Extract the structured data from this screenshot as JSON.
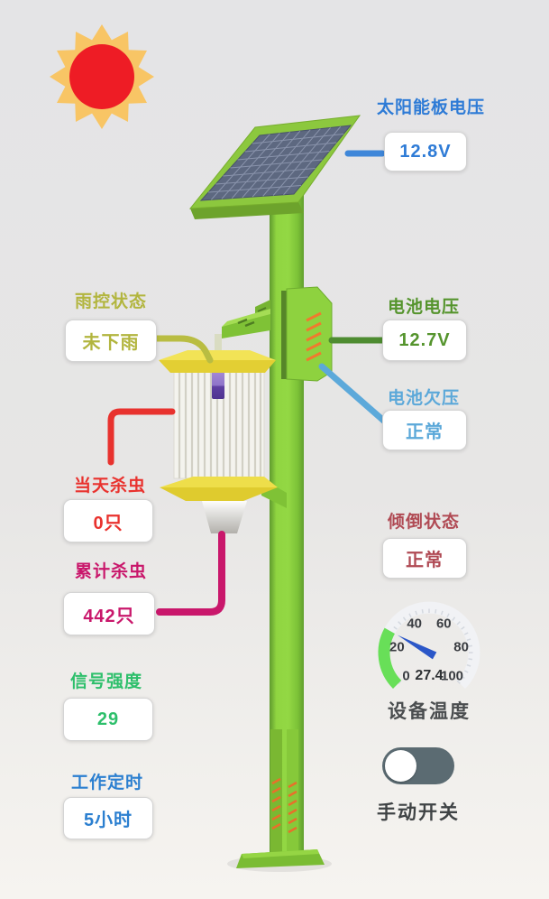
{
  "panels": {
    "solar_voltage": {
      "label": "太阳能板电压",
      "value": "12.8V",
      "color": "#2e7bd6"
    },
    "rain_status": {
      "label": "雨控状态",
      "value": "未下雨",
      "color": "#b2b53e"
    },
    "battery_voltage": {
      "label": "电池电压",
      "value": "12.7V",
      "color": "#55942d"
    },
    "battery_undervoltage": {
      "label": "电池欠压",
      "value": "正常",
      "color": "#5ba8d9"
    },
    "today_kills": {
      "label": "当天杀虫",
      "value": "0只",
      "color": "#e9322e"
    },
    "total_kills": {
      "label": "累计杀虫",
      "value": "442只",
      "color": "#c9176b"
    },
    "tilt_status": {
      "label": "倾倒状态",
      "value": "正常",
      "color": "#b04a54"
    },
    "signal_strength": {
      "label": "信号强度",
      "value": "29",
      "color": "#2dbf6b"
    },
    "work_timer": {
      "label": "工作定时",
      "value": "5小时",
      "color": "#2b7fd0"
    }
  },
  "temperature_gauge": {
    "label": "设备温度",
    "value": 27.4,
    "min": 0,
    "max": 100,
    "tick_labels": [
      "0",
      "20",
      "40",
      "60",
      "80",
      "100"
    ],
    "arc_color": "#68df58",
    "needle_color": "#2b57c8"
  },
  "manual_switch": {
    "label": "手动开关",
    "state": "off",
    "track_color": "#5b6b72"
  }
}
